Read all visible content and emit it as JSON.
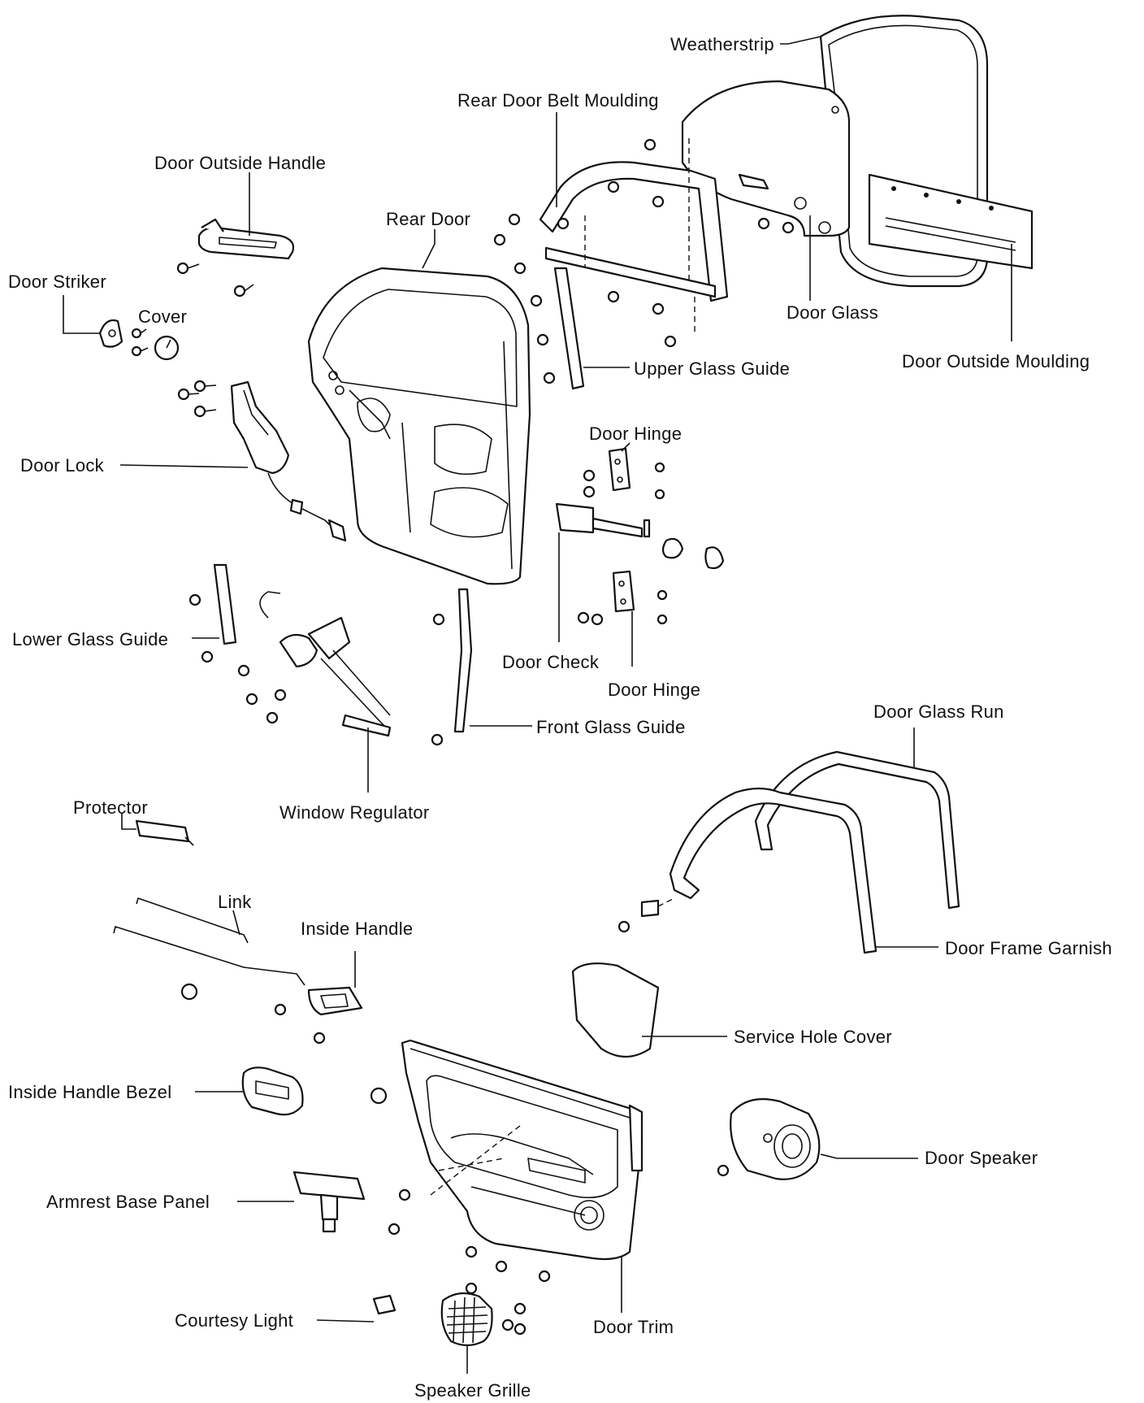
{
  "labels": {
    "weatherstrip": "Weatherstrip",
    "rear_door_belt_moulding": "Rear Door Belt Moulding",
    "door_outside_handle": "Door Outside Handle",
    "rear_door": "Rear Door",
    "door_striker": "Door Striker",
    "cover": "Cover",
    "door_glass": "Door Glass",
    "door_outside_moulding": "Door Outside Moulding",
    "upper_glass_guide": "Upper Glass Guide",
    "door_hinge_upper": "Door Hinge",
    "door_lock": "Door Lock",
    "lower_glass_guide": "Lower Glass Guide",
    "door_check": "Door Check",
    "door_hinge_lower": "Door Hinge",
    "front_glass_guide": "Front Glass Guide",
    "door_glass_run": "Door Glass Run",
    "protector": "Protector",
    "window_regulator": "Window Regulator",
    "link": "Link",
    "inside_handle": "Inside Handle",
    "door_frame_garnish": "Door Frame Garnish",
    "service_hole_cover": "Service Hole Cover",
    "inside_handle_bezel": "Inside Handle Bezel",
    "door_speaker": "Door Speaker",
    "armrest_base_panel": "Armrest Base Panel",
    "courtesy_light": "Courtesy Light",
    "door_trim": "Door Trim",
    "speaker_grille": "Speaker Grille"
  }
}
